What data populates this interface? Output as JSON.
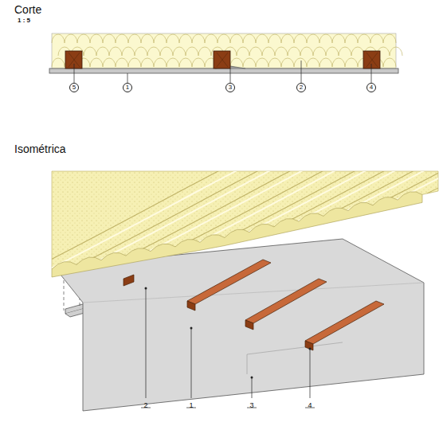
{
  "diagram": {
    "nodes": [
      {
        "text": [
          "5"
        ]
      },
      {
        "text": [
          "1"
        ]
      },
      {
        "text": [
          "3"
        ]
      },
      {
        "text": [
          "2"
        ]
      },
      {
        "text": [
          "4"
        ]
      }
    ],
    "labels": [
      "Corte",
      "1 : 5",
      "Isométrica",
      "2",
      "1",
      "3",
      "4"
    ]
  }
}
